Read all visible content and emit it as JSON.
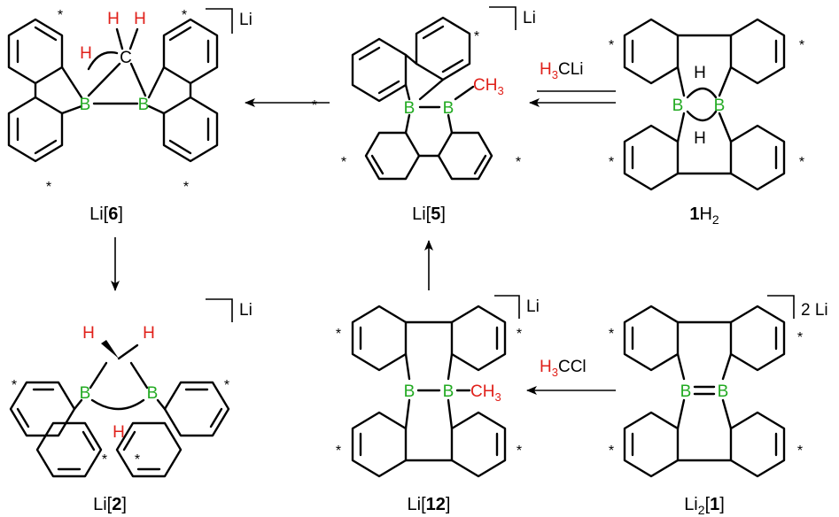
{
  "colors": {
    "boron": "#22aa22",
    "hydrogen_methyl": "#e0201a",
    "bond": "#000000",
    "background": "#ffffff"
  },
  "compounds": [
    {
      "id": "li6",
      "label_pre": "Li[",
      "label_bold": "6",
      "label_post": "]",
      "counterion": "Li"
    },
    {
      "id": "li5",
      "label_pre": "Li[",
      "label_bold": "5",
      "label_post": "]",
      "counterion": "Li"
    },
    {
      "id": "h2",
      "label_pre": "",
      "label_bold": "1",
      "label_post": "H",
      "label_sub": "2",
      "counterion": ""
    },
    {
      "id": "li2",
      "label_pre": "Li[",
      "label_bold": "2",
      "label_post": "]",
      "counterion": "Li"
    },
    {
      "id": "li12",
      "label_pre": "Li[",
      "label_bold": "12",
      "label_post": "]",
      "counterion": "Li"
    },
    {
      "id": "li21",
      "label_pre": "Li",
      "label_sub": "2",
      "label_mid": "[",
      "label_bold": "1",
      "label_post": "]",
      "counterion": "2 Li"
    }
  ],
  "atoms": {
    "boron": "B",
    "hydrogen": "H",
    "carbon": "C",
    "radical_mark": "*",
    "methyl": "CH",
    "methyl_sub": "3"
  },
  "reagents": {
    "top": {
      "h3": "H",
      "sub": "3",
      "rest": "CLi"
    },
    "bottom": {
      "h3": "H",
      "sub": "3",
      "rest": "CCl"
    }
  }
}
